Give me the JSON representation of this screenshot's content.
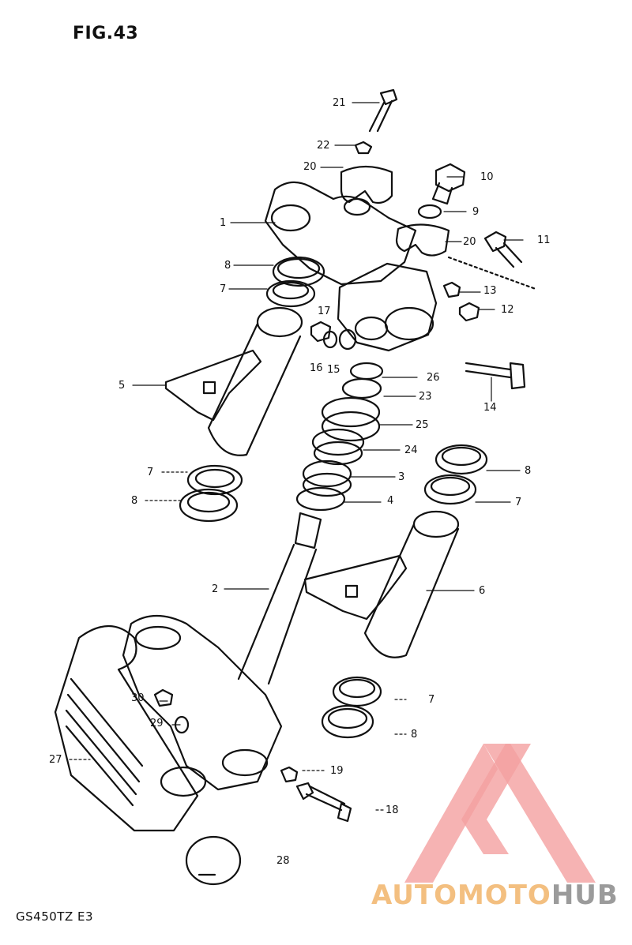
{
  "figure": {
    "title": "FIG.43",
    "model_code": "GS450TZ E3"
  },
  "callouts": [
    {
      "id": "c21",
      "label": "21"
    },
    {
      "id": "c22",
      "label": "22"
    },
    {
      "id": "c20a",
      "label": "20"
    },
    {
      "id": "c10",
      "label": "10"
    },
    {
      "id": "c9",
      "label": "9"
    },
    {
      "id": "c1",
      "label": "1"
    },
    {
      "id": "c20b",
      "label": "20"
    },
    {
      "id": "c11",
      "label": "11"
    },
    {
      "id": "c8a",
      "label": "8"
    },
    {
      "id": "c7a",
      "label": "7"
    },
    {
      "id": "c13",
      "label": "13"
    },
    {
      "id": "c17",
      "label": "17"
    },
    {
      "id": "c12",
      "label": "12"
    },
    {
      "id": "c16",
      "label": "16"
    },
    {
      "id": "c15",
      "label": "15"
    },
    {
      "id": "c26",
      "label": "26"
    },
    {
      "id": "c5",
      "label": "5"
    },
    {
      "id": "c23",
      "label": "23"
    },
    {
      "id": "c14",
      "label": "14"
    },
    {
      "id": "c25",
      "label": "25"
    },
    {
      "id": "c24",
      "label": "24"
    },
    {
      "id": "c7b",
      "label": "7"
    },
    {
      "id": "c3",
      "label": "3"
    },
    {
      "id": "c8b",
      "label": "8"
    },
    {
      "id": "c8c",
      "label": "8"
    },
    {
      "id": "c4",
      "label": "4"
    },
    {
      "id": "c7c",
      "label": "7"
    },
    {
      "id": "c2",
      "label": "2"
    },
    {
      "id": "c6",
      "label": "6"
    },
    {
      "id": "c30",
      "label": "30"
    },
    {
      "id": "c7d",
      "label": "7"
    },
    {
      "id": "c29",
      "label": "29"
    },
    {
      "id": "c8d",
      "label": "8"
    },
    {
      "id": "c27",
      "label": "27"
    },
    {
      "id": "c19",
      "label": "19"
    },
    {
      "id": "c18",
      "label": "18"
    },
    {
      "id": "c28",
      "label": "28"
    }
  ],
  "watermark": {
    "brand_a": "AUTOMOTO",
    "brand_b": "HUB",
    "accent": "#f0a0a0"
  }
}
